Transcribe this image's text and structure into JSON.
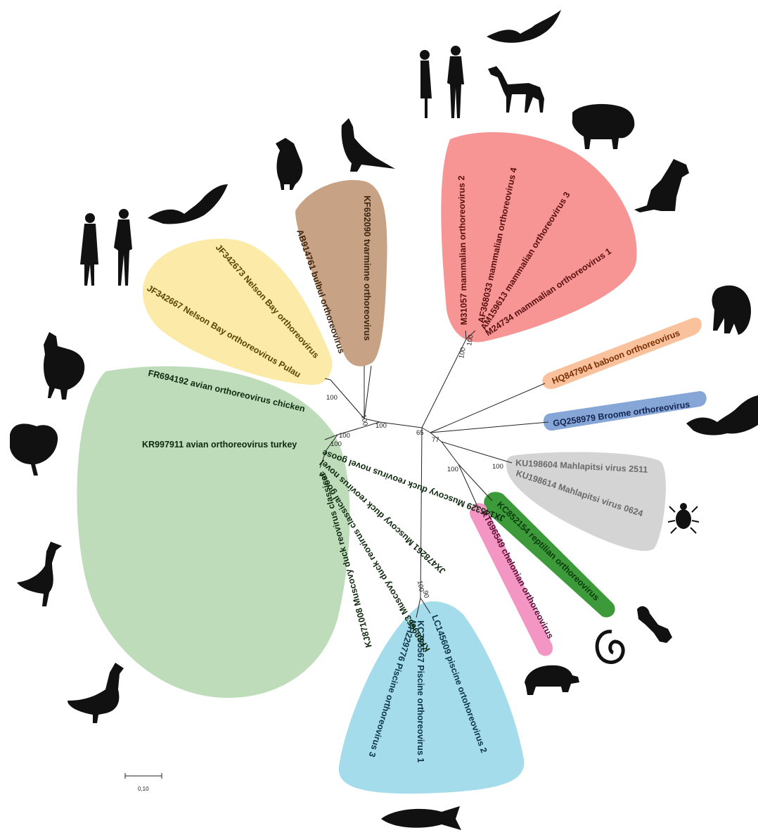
{
  "colors": {
    "mammalian": "#f79494",
    "baboon": "#f9c29c",
    "broome": "#86a6d8",
    "mahlapitsi": "#d4d4d4",
    "reptilian": "#3c9a3a",
    "chelonian": "#f496c4",
    "piscine": "#a4dcec",
    "avian": "#bedcba",
    "nelson": "#fbeaa8",
    "tvarminne": "#c7a285"
  },
  "leaves": {
    "mrv2": "M31057 mammalian orthoreovirus 2",
    "mrv4": "AF368033 mammalian orthoreovirus 4",
    "mrv3": "AM159613 mammalian orthoreovirus 3",
    "mrv1": "M24734 mammalian orthoreovirus 1",
    "baboon": "HQ847904 baboon orthoreovirus",
    "broome": "GQ258979 Broome orthoreovirus",
    "mahla2511": "KU198604 Mahlapitsi virus 2511",
    "mahla0624": "KU198614 Mahlapitsi virus 0624",
    "reptilian": "KC852154 reptilian orthoreovirus",
    "chelonian": "KT696549 chelonian orthoreovirus",
    "piscine2": "LC145609 piscine ortohoreovirus 2",
    "piscine1": "KC795567 Piscine orthoreovirus 1",
    "piscine3": "MH229776 Piscine orthoreovirus 3",
    "goose_classical": "KJ871008 Muscovy duck reovirus classical",
    "duck_classical_goose": "KF809663 Muscovy duck reovirus classical goose",
    "duck_novel": "JX478261 Muscovy duck reovirus novel",
    "duck_novel_goose": "JX145329 Muscovy duck reovirus novel goose",
    "avian_turkey": "KR997911 avian orthoreovirus turkey",
    "avian_chicken": "FR694192 avian orthoreovirus chicken",
    "nelson_pulau": "JF342667 Nelson Bay orthoreovirus Pulau",
    "nelson": "JF342673 Nelson Bay orthoreovirus",
    "bulbul": "AB914761 bulbul orthoreovirus",
    "tvarminne": "KF692090 tvarminne orthoreovirus"
  },
  "bootstrap": {
    "b_mrv": "100",
    "b_mrv2": "100",
    "b_center": "65",
    "b_p77": "77",
    "b_p100a": "100",
    "b_p100b": "100",
    "b_left": "100",
    "b_lv": "100",
    "b_nelson": "100",
    "b_avian": "100",
    "b_avian2": "100",
    "b_piscine": "100",
    "b_piscine2": "90"
  },
  "scale": {
    "label": "0,10"
  },
  "icons": [
    "bat-icon",
    "human-icon",
    "horse-icon",
    "pig-icon",
    "dog-icon",
    "baboon-icon",
    "insect-icon",
    "lizard-icon",
    "snake-icon",
    "tortoise-icon",
    "fish-icon",
    "duck-icon",
    "goose-icon",
    "turkey-icon",
    "chicken-icon",
    "crow-icon",
    "cardinal-icon"
  ]
}
